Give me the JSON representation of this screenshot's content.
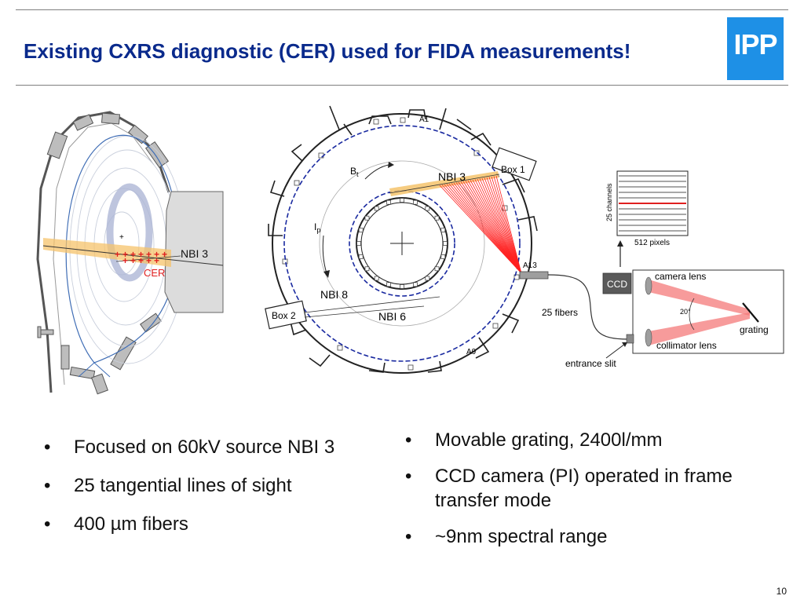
{
  "slide": {
    "title": "Existing CXRS diagnostic (CER) used for FIDA measurements!",
    "logo_text": "IPP",
    "page_number": "10",
    "accent_color": "#1e90e6",
    "title_color": "#0a2a8c"
  },
  "poloidal_view": {
    "labels": {
      "beam": "NBI 3",
      "diagnostic": "CER"
    },
    "colors": {
      "beam": "#f5c36b",
      "channels": "#e02020",
      "flux_surfaces": "#3f6db5"
    }
  },
  "toroidal_view": {
    "labels": {
      "bt": "B",
      "bt_sub": "t",
      "ip": "I",
      "ip_sub": "p",
      "nbi3": "NBI 3",
      "nbi8": "NBI 8",
      "nbi6": "NBI 6",
      "box1": "Box 1",
      "box2": "Box 2",
      "port_a1": "A1",
      "port_a13": "A13",
      "port_a9": "A9"
    },
    "colors": {
      "sightlines": "#ff2020",
      "dashed_circles": "#1a2aa0"
    }
  },
  "spectrometer": {
    "labels": {
      "channels": "25 channels",
      "pixels": "512 pixels",
      "ccd": "CCD",
      "camera_lens": "camera lens",
      "angle": "20°",
      "grating": "grating",
      "collimator_lens": "collimator lens",
      "fibers": "25 fibers",
      "entrance_slit": "entrance slit"
    },
    "colors": {
      "light_path": "#f47a7a",
      "highlight_channel": "#e02020"
    }
  },
  "bullets_left": [
    "Focused on 60kV source NBI 3",
    "25 tangential lines of sight",
    "400 µm fibers"
  ],
  "bullets_right": [
    "Movable grating, 2400l/mm",
    "CCD camera (PI) operated in frame transfer mode",
    "~9nm spectral range"
  ]
}
